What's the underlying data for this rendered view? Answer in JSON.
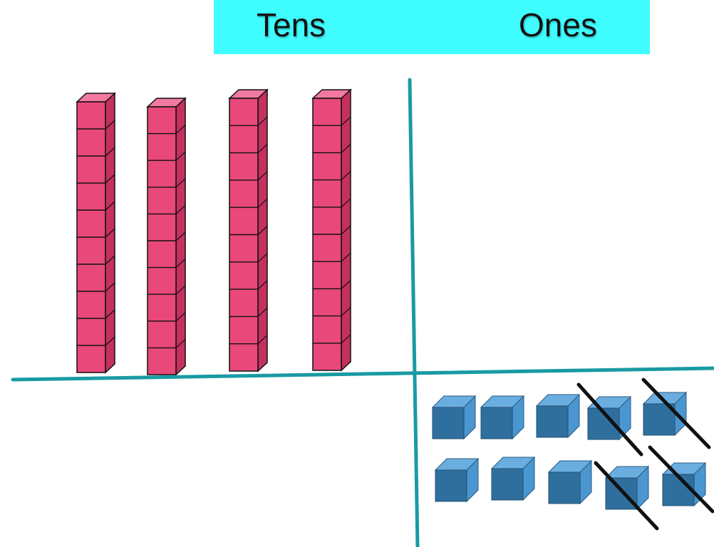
{
  "headers": {
    "tens": "Tens",
    "ones": "Ones"
  },
  "colors": {
    "header_bg": "#3ffcff",
    "divider": "#1a9aa3",
    "rod_front": "#e8487a",
    "rod_side": "#c5305f",
    "rod_top": "#f27aa0",
    "cube_front": "#2f6f9e",
    "cube_side": "#4a96d0",
    "cube_top": "#6aaee0",
    "strike": "#111111"
  },
  "tens_rods": 4,
  "rod_units": 10,
  "ones_cubes": 10,
  "crossed_out_cubes": 4
}
